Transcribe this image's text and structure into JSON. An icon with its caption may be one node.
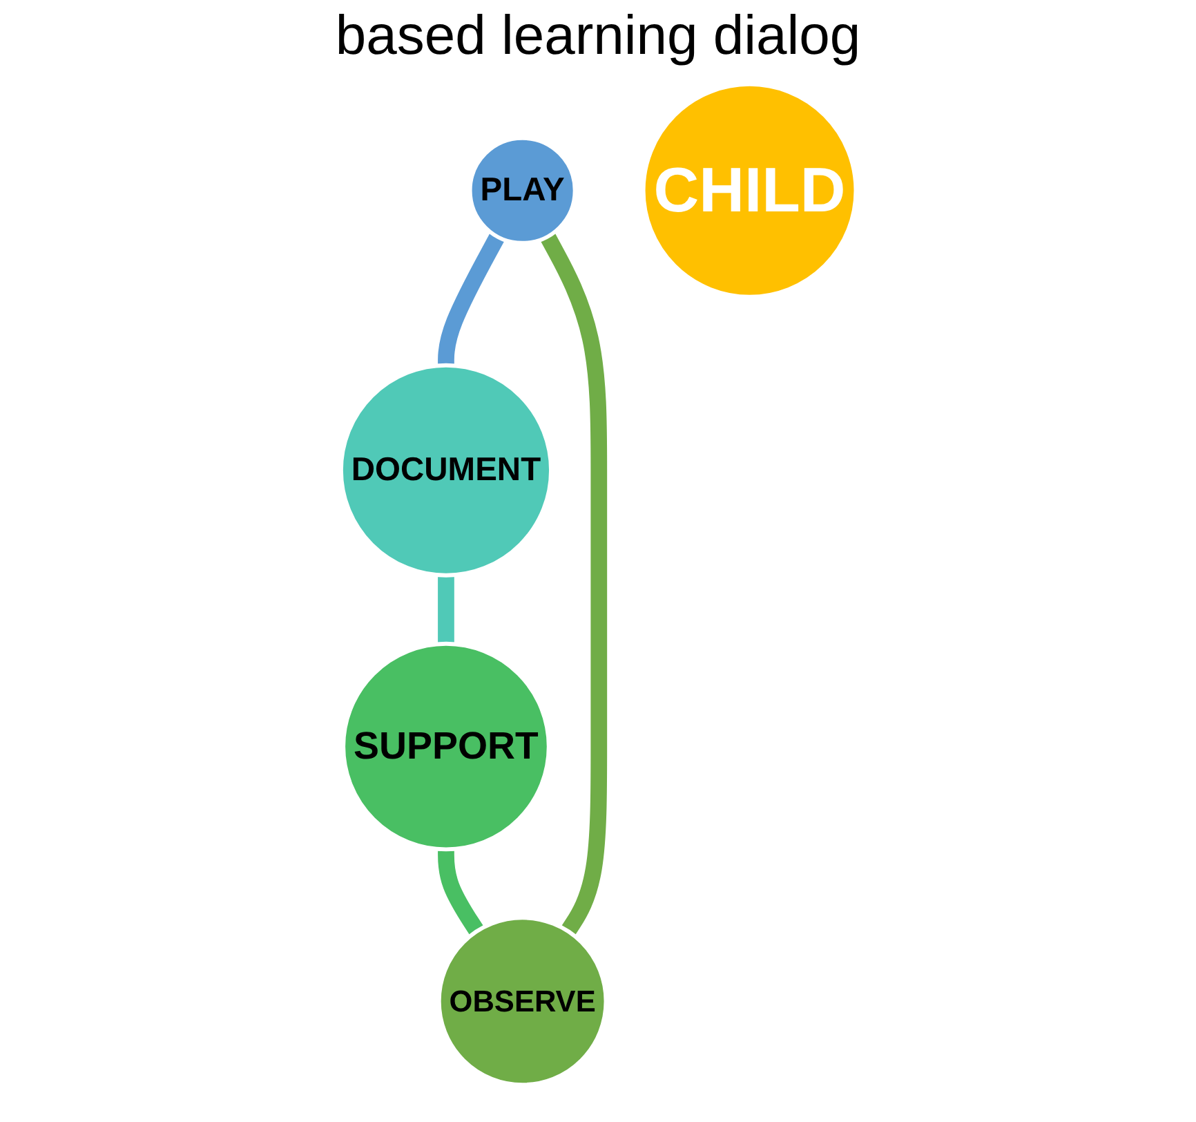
{
  "diagram": {
    "title": "based learning dialog",
    "nodes": [
      {
        "text": [
          "PLAY"
        ]
      },
      {
        "text": [
          "OBSERVE"
        ]
      },
      {
        "text": [
          "CHILD"
        ]
      },
      {
        "text": [
          "DOCUMENT"
        ]
      },
      {
        "text": [
          "SUPPORT"
        ]
      }
    ],
    "edges": [
      {
        "from": 0,
        "to": 3,
        "arrow": "none",
        "color": "#5b9bd5"
      },
      {
        "from": 3,
        "to": 4,
        "arrow": "none",
        "color": "#50c9b7"
      },
      {
        "from": 4,
        "to": 1,
        "arrow": "none",
        "color": "#49bf63"
      },
      {
        "from": 1,
        "to": 0,
        "arrow": "none",
        "color": "#70ad47"
      }
    ]
  }
}
